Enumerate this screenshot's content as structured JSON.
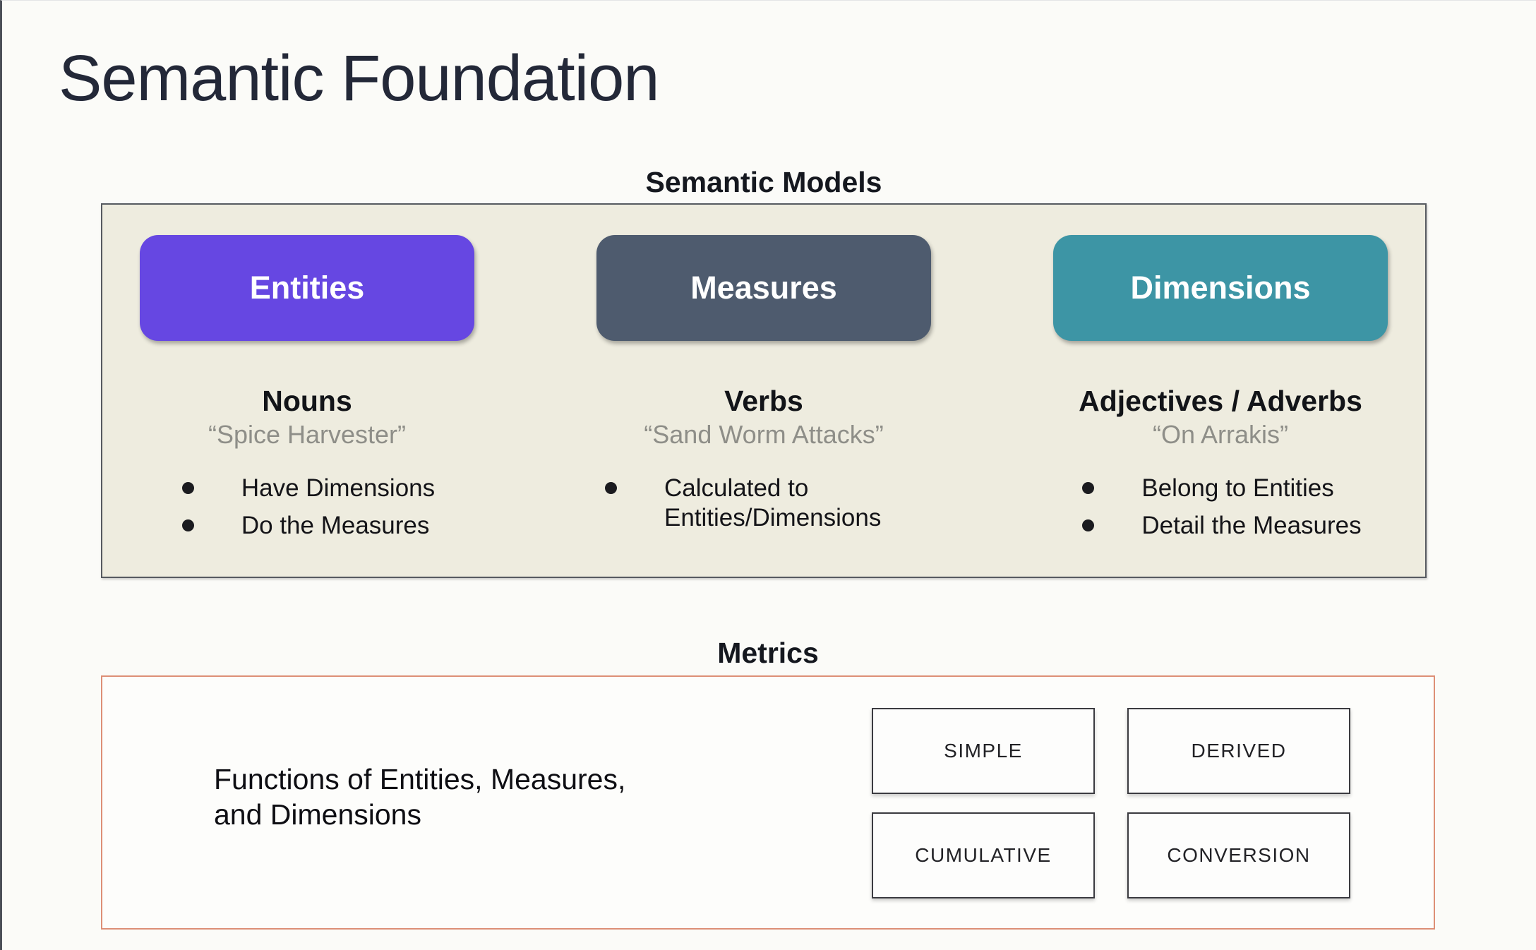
{
  "slide": {
    "title": "Semantic Foundation",
    "background_color": "#fbfbf8"
  },
  "semantic_models": {
    "heading": "Semantic Models",
    "panel_bg": "#eeecdf",
    "columns": [
      {
        "button_label": "Entities",
        "button_color": "#6647e2",
        "role": "Nouns",
        "example": "“Spice Harvester”",
        "bullets": [
          "Have Dimensions",
          "Do the Measures"
        ]
      },
      {
        "button_label": "Measures",
        "button_color": "#4e5b6e",
        "role": "Verbs",
        "example": "“Sand Worm Attacks”",
        "bullets": [
          "Calculated to Entities/Dimensions"
        ]
      },
      {
        "button_label": "Dimensions",
        "button_color": "#3d95a5",
        "role": "Adjectives / Adverbs",
        "example": "“On Arrakis”",
        "bullets": [
          "Belong to Entities",
          "Detail the Measures"
        ]
      }
    ]
  },
  "metrics": {
    "heading": "Metrics",
    "border_color": "#dd8f76",
    "description": "Functions of Entities, Measures,\nand Dimensions",
    "types": [
      "SIMPLE",
      "DERIVED",
      "CUMULATIVE",
      "CONVERSION"
    ]
  }
}
